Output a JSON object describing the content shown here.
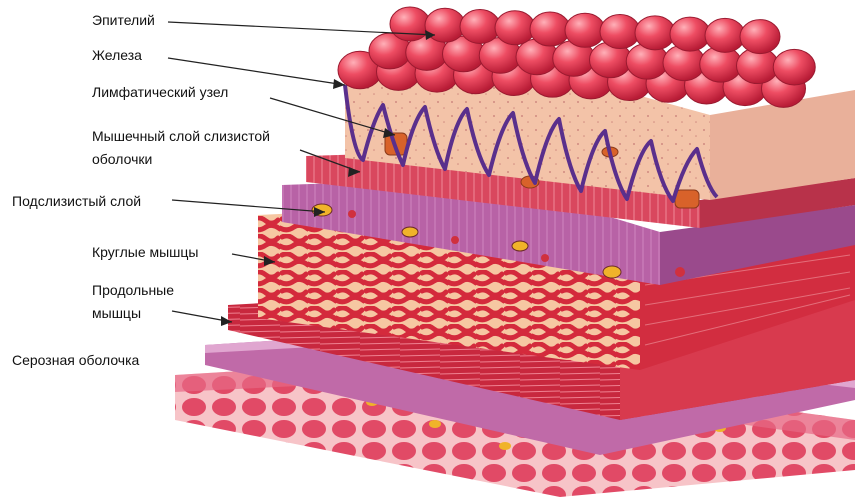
{
  "labels": {
    "epithelium": "Эпителий",
    "gland": "Железа",
    "lymph_node": "Лимфатический  узел",
    "muscularis_mucosae_line1": "Мышечный слой слизистой",
    "muscularis_mucosae_line2": "оболочки",
    "submucosa": "Подслизистый  слой",
    "circular_muscles": "Круглые  мышцы",
    "longitudinal_line1": "Продольные",
    "longitudinal_line2": "мышцы",
    "serosa": "Серозная  оболочка"
  },
  "colors": {
    "villus": "#e8425a",
    "villus_highlight": "#ff8a96",
    "gland_outline": "#5a2f8c",
    "lamina": "#f3c3a8",
    "muscularis_mucosae": "#d9475e",
    "submucosa": "#b862a6",
    "circular_muscle_bg": "#f6c7a2",
    "circular_muscle_fibers": "#d42a3c",
    "longitudinal": "#c8283e",
    "serosa": "#e14a66",
    "leader_line": "#222222"
  }
}
